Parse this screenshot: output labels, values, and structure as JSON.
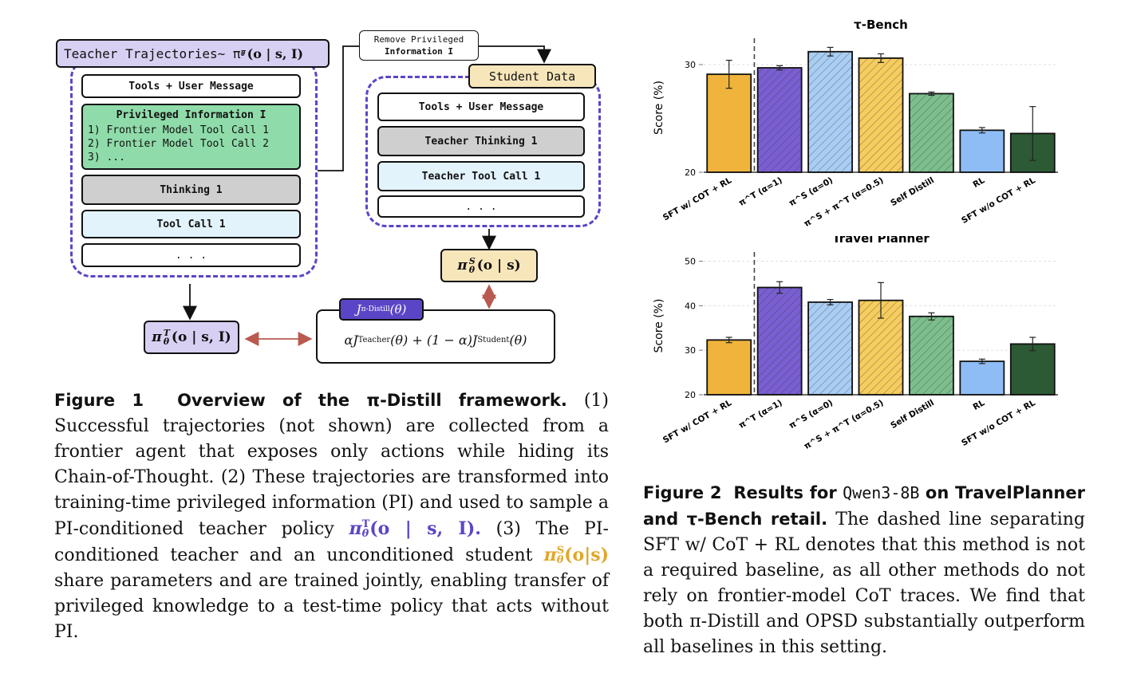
{
  "diagram": {
    "teacher_label": "Teacher Trajectories∼ π",
    "teacher_label_math": "T",
    "teacher_label_tail": "(o | s, I)",
    "remove_note_line1": "Remove Privileged",
    "remove_note_line2": "Information I",
    "student_data_label": "Student Data",
    "left_stack": {
      "tools": "Tools + User Message",
      "pi_title": "Privileged Information I",
      "pi_items": [
        "1) Frontier Model Tool Call 1",
        "2) Frontier Model Tool Call 2",
        "3) ..."
      ],
      "thinking": "Thinking 1",
      "tool_call": "Tool Call 1",
      "ellipsis": ". . ."
    },
    "right_stack": {
      "tools": "Tools + User Message",
      "teacher_thinking": "Teacher Thinking 1",
      "teacher_tool_call": "Teacher Tool Call 1",
      "ellipsis": ". . ."
    },
    "student_policy": "π",
    "student_policy_sup": "S",
    "student_policy_sub": "θ",
    "student_policy_tail": "(o | s)",
    "teacher_policy": "π",
    "teacher_policy_sup": "T",
    "teacher_policy_sub": "θ",
    "teacher_policy_tail": "(o | s, I)",
    "objective_tag": "J",
    "objective_tag_sub": "π-Distill",
    "objective_tag_tail": "(θ)",
    "objective": "αJ",
    "objective_sub1": "Teacher",
    "objective_mid": "(θ) + (1 − α)J",
    "objective_sub2": "Student",
    "objective_tail": "(θ)",
    "colors": {
      "purple_dash": "#5b45c7",
      "green_box": "#8fdcaa",
      "gray_box": "#cfcfcf",
      "blue_box": "#e3f3fb",
      "lavender": "#d8d0f3",
      "beige": "#f8e6bb",
      "arrow_red": "#b85a4f",
      "tag_purple": "#5b45c7"
    }
  },
  "figure1": {
    "label": "Figure 1",
    "title": "Overview of the π-Distill framework.",
    "body_1": "(1) Successful trajectories (not shown) are collected from a frontier agent that exposes only actions while hiding its Chain-of-Thought. (2) These trajectories are transformed into training-time privileged information (PI) and used to sample a PI-conditioned teacher policy",
    "math_teacher": "π",
    "math_teacher_sup": "T",
    "math_teacher_sub": "θ",
    "math_teacher_tail": "(o | s, I).",
    "body_2": "(3) The PI-conditioned teacher and an unconditioned student",
    "math_student": "π",
    "math_student_sup": "S",
    "math_student_sub": "θ",
    "math_student_tail": "(o|s)",
    "body_3": "share parameters and are trained jointly, enabling transfer of privileged knowledge to a test-time policy that acts without PI."
  },
  "figure2": {
    "label": "Figure 2",
    "title_1": "Results for",
    "title_code": "Qwen3-8B",
    "title_2": "on TravelPlanner and τ-Bench retail.",
    "body": "The dashed line separating SFT w/ CoT + RL denotes that this method is not a required baseline, as all other methods do not rely on frontier-model CoT traces. We find that both π-Distill and OPSD substantially outperform all baselines in this setting."
  },
  "chart_data": [
    {
      "type": "bar",
      "title": "τ-Bench",
      "ylabel": "Score (%)",
      "ylim": [
        20,
        32
      ],
      "yticks": [
        20,
        30
      ],
      "categories": [
        "SFT w/ COT + RL",
        "π^T (α=1)",
        "π^S (α=0)",
        "π^S + π^T (α=0.5)",
        "Self Distill",
        "RL",
        "SFT w/o COT + RL"
      ],
      "values": [
        29.1,
        29.7,
        31.2,
        30.6,
        27.3,
        23.9,
        23.6
      ],
      "errors": [
        1.3,
        0.2,
        0.4,
        0.4,
        0.15,
        0.25,
        2.5
      ],
      "colors": [
        "#f0b43c",
        "#7a5fd2",
        "#a9cdf3",
        "#f6cd5e",
        "#7dbf8c",
        "#8ebdf6",
        "#2c5a34"
      ],
      "hatched": [
        false,
        true,
        true,
        true,
        true,
        false,
        false
      ],
      "grid": true,
      "separator_after_index": 0
    },
    {
      "type": "bar",
      "title": "Travel Planner",
      "ylabel": "Score (%)",
      "ylim": [
        20,
        51
      ],
      "yticks": [
        20,
        30,
        40,
        50
      ],
      "categories": [
        "SFT w/ COT + RL",
        "π^T (α=1)",
        "π^S (α=0)",
        "π^S + π^T (α=0.5)",
        "Self Distill",
        "RL",
        "SFT w/o COT + RL"
      ],
      "values": [
        32.3,
        44.1,
        40.8,
        41.2,
        37.6,
        27.5,
        31.4
      ],
      "errors": [
        0.6,
        1.3,
        0.6,
        4.0,
        0.8,
        0.5,
        1.5
      ],
      "colors": [
        "#f0b43c",
        "#7a5fd2",
        "#a9cdf3",
        "#f6cd5e",
        "#7dbf8c",
        "#8ebdf6",
        "#2c5a34"
      ],
      "hatched": [
        false,
        true,
        true,
        true,
        true,
        false,
        false
      ],
      "grid": true,
      "separator_after_index": 0
    }
  ]
}
